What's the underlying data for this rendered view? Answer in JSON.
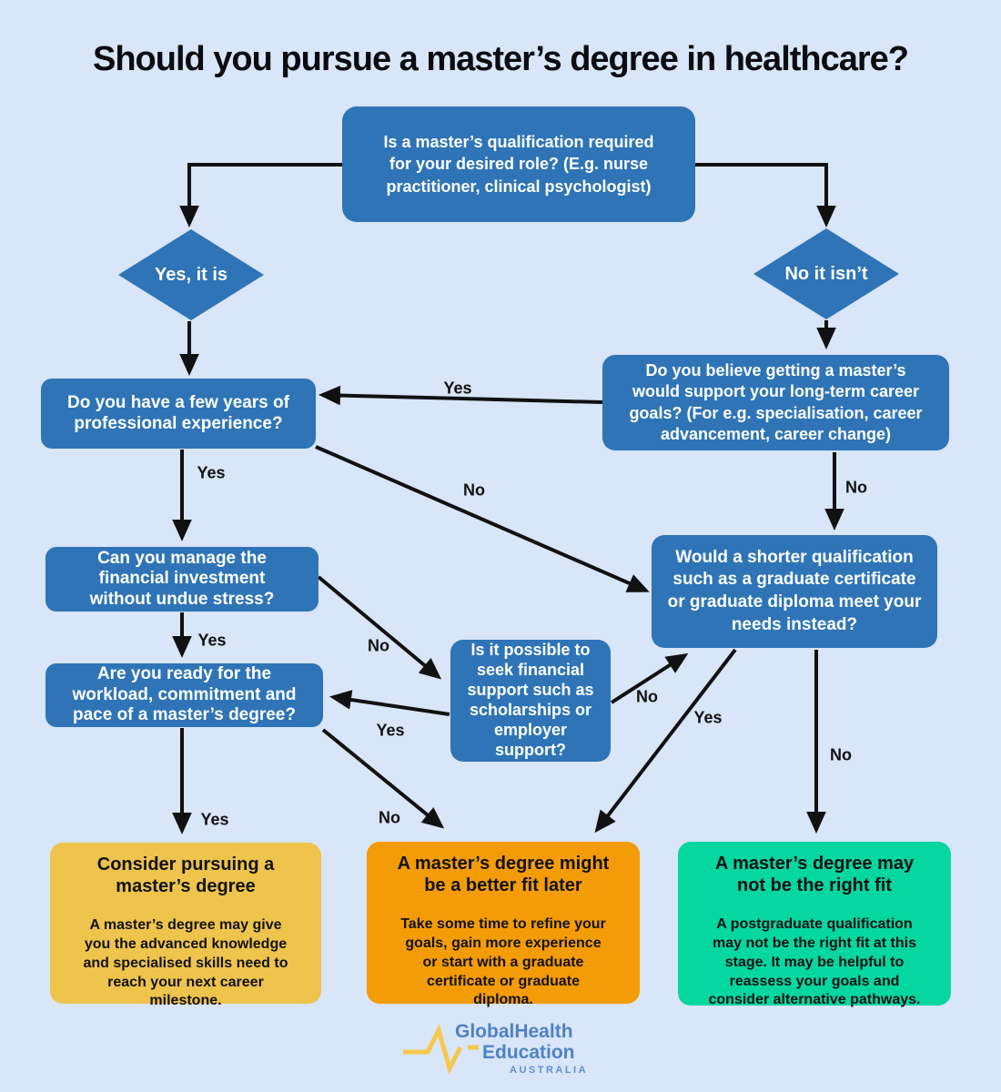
{
  "title": "Should you pursue a master’s degree in healthcare?",
  "colors": {
    "background": "#d9e5f8",
    "node_blue": "#2e74b6",
    "outcome_yellow": "#eec44d",
    "outcome_orange": "#f49c07",
    "outcome_green": "#06d6a0",
    "arrow_black": "#111111",
    "logo_blue": "#4d82c4",
    "logo_pulse_yellow": "#f6c84c"
  },
  "nodes": {
    "start": "Is a master’s qualification required\nfor your desired role? (E.g. nurse\npractitioner, clinical psychologist)",
    "yes_diamond": "Yes, it is",
    "no_diamond": "No it isn’t",
    "experience": "Do you have a few years of\nprofessional experience?",
    "believe": "Do you believe getting a master’s\nwould support your long-term career\ngoals? (For e.g. specialisation, career\nadvancement, career change)",
    "financial": "Can you manage the\nfinancial investment\nwithout undue stress?",
    "shorter": "Would a shorter qualification\nsuch as a graduate certificate\nor graduate diploma meet your\nneeds instead?",
    "ready": "Are you ready for the\nworkload, commitment and\npace of a master’s degree?",
    "support": "Is it possible to\nseek financial\nsupport such as\nscholarships or\nemployer\nsupport?"
  },
  "edges": {
    "believe_to_experience": "Yes",
    "experience_to_financial": "Yes",
    "experience_to_shorter": "No",
    "believe_to_shorter": "No",
    "financial_to_ready": "Yes",
    "financial_to_support": "No",
    "support_to_ready": "Yes",
    "support_to_shorter": "No",
    "shorter_to_later": "Yes",
    "shorter_to_notfit": "No",
    "ready_to_pursue": "Yes",
    "ready_to_later": "No"
  },
  "outcomes": {
    "pursue": {
      "title": "Consider pursuing a\nmaster’s degree",
      "body": "A master’s degree may give\nyou the advanced knowledge\nand specialised skills need to\nreach your next career\nmilestone."
    },
    "later": {
      "title": "A master’s degree might\nbe a better fit later",
      "body": "Take some time to refine your\ngoals, gain more experience\nor start with a graduate\ncertificate or graduate\ndiploma."
    },
    "notfit": {
      "title": "A master’s degree may\nnot be the right fit",
      "body": "A postgraduate qualification\nmay not be the right fit at this\nstage. It may be helpful to\nreassess your goals and\nconsider alternative pathways."
    }
  },
  "logo": {
    "brand_top": "GlobalHealth",
    "brand_bottom": "Education",
    "region": "AUSTRALIA"
  }
}
